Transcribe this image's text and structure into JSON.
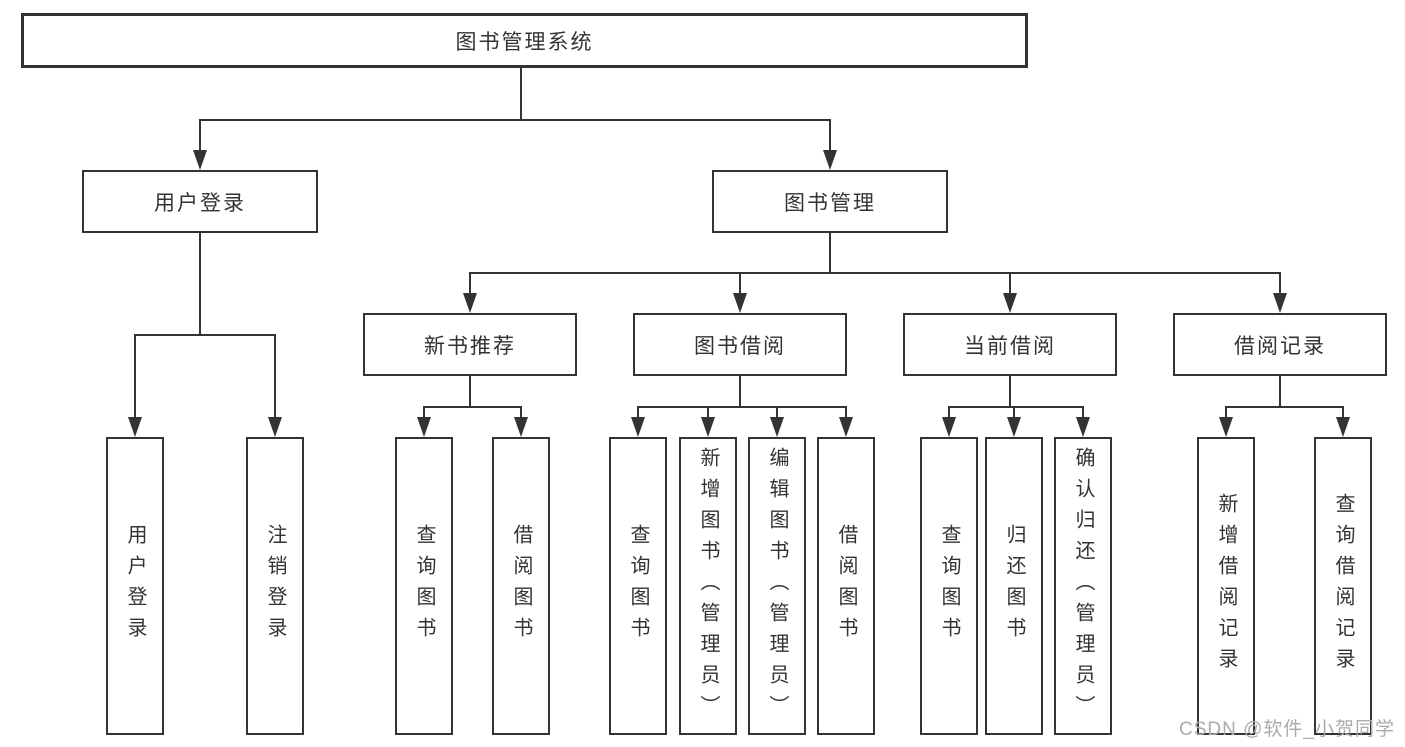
{
  "diagram": {
    "title_node": {
      "label": "图书管理系统"
    },
    "level2": [
      {
        "label": "用户登录"
      },
      {
        "label": "图书管理"
      }
    ],
    "level3": [
      {
        "label": "新书推荐"
      },
      {
        "label": "图书借阅"
      },
      {
        "label": "当前借阅"
      },
      {
        "label": "借阅记录"
      }
    ],
    "leaves": [
      {
        "label": "用户登录"
      },
      {
        "label": "注销登录"
      },
      {
        "label": "查询图书"
      },
      {
        "label": "借阅图书"
      },
      {
        "label": "查询图书"
      },
      {
        "label": "新增图书（管理员）"
      },
      {
        "label": "编辑图书（管理员）"
      },
      {
        "label": "借阅图书"
      },
      {
        "label": "查询图书"
      },
      {
        "label": "归还图书"
      },
      {
        "label": "确认归还（管理员）"
      },
      {
        "label": "新增借阅记录"
      },
      {
        "label": "查询借阅记录"
      }
    ],
    "colors": {
      "line": "#333333",
      "text": "#333333",
      "background": "#ffffff",
      "watermark": "#ababab"
    }
  },
  "watermark": {
    "text": "CSDN @软件_小贺同学"
  }
}
